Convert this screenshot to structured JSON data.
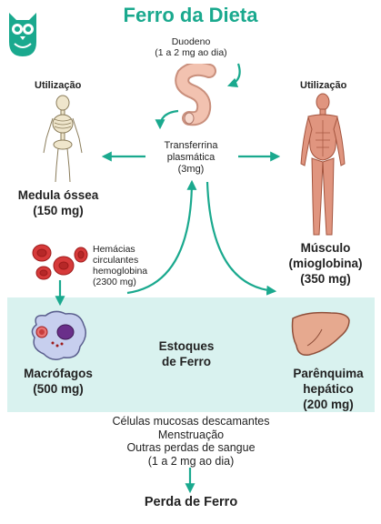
{
  "title": "Ferro da Dieta",
  "duodeno": {
    "name": "Duodeno",
    "amount": "(1 a 2 mg ao dia)"
  },
  "transferrina": {
    "line1": "Transferrina",
    "line2": "plasmática",
    "line3": "(3mg)"
  },
  "left": {
    "util": "Utilização",
    "name": "Medula óssea",
    "amount": "(150 mg)"
  },
  "right": {
    "util": "Utilização",
    "name": "Músculo",
    "name2": "(mioglobina)",
    "amount": "(350 mg)"
  },
  "hemacias": {
    "line1": "Hemácias",
    "line2": "circulantes",
    "line3": "hemoglobina",
    "line4": "(2300 mg)"
  },
  "estoques": {
    "line1": "Estoques",
    "line2": "de Ferro"
  },
  "macrofagos": {
    "name": "Macrófagos",
    "amount": "(500 mg)"
  },
  "parenquima": {
    "line1": "Parênquima",
    "line2": "hepático",
    "amount": "(200 mg)"
  },
  "perdas": {
    "line1": "Células mucosas descamantes",
    "line2": "Menstruação",
    "line3": "Outras perdas de sangue",
    "line4": "(1 a 2 mg ao dia)"
  },
  "perda_title": "Perda de Ferro",
  "colors": {
    "accent": "#1aa98e",
    "band": "#d9f2ef"
  }
}
